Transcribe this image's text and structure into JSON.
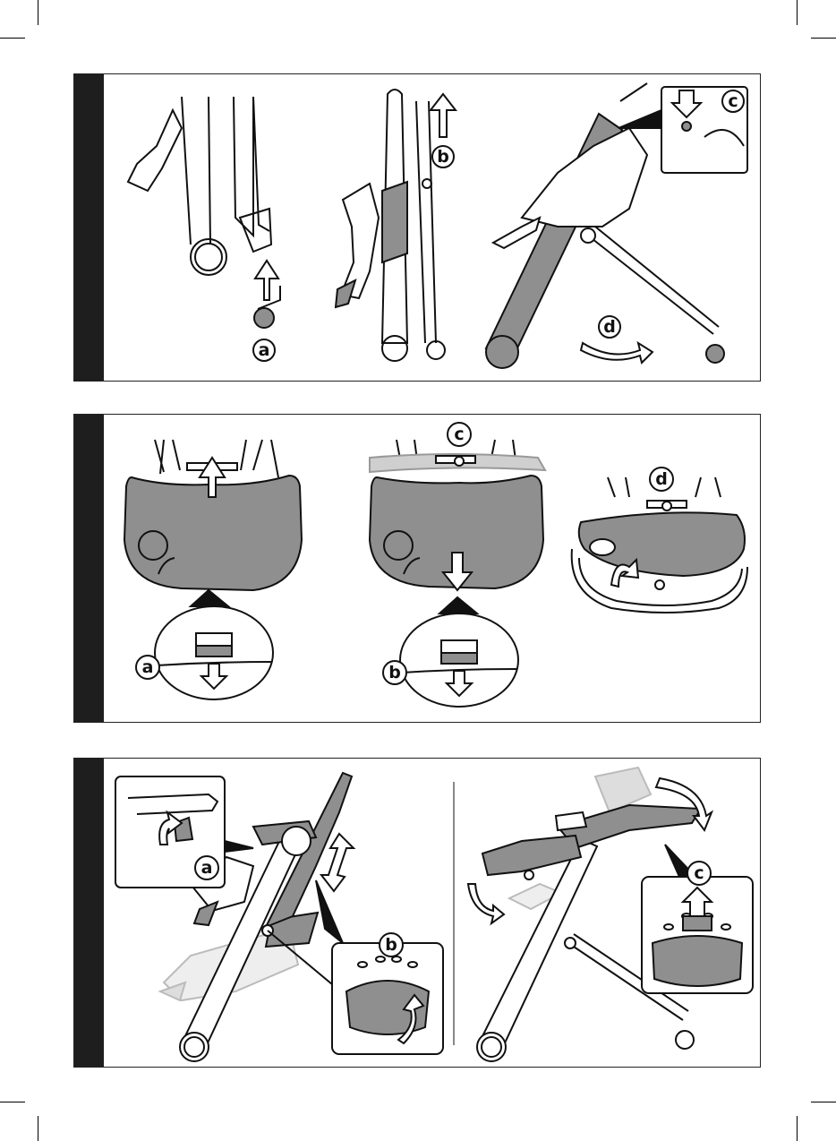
{
  "colors": {
    "band": "#1e1e1e",
    "tray": "#8f8f8f",
    "line": "#111111",
    "ghost": "#cfcfcf"
  },
  "panels": [
    {
      "labels": {
        "a": "a",
        "b": "b",
        "c": "c",
        "d": "d"
      }
    },
    {
      "labels": {
        "a": "a",
        "b": "b",
        "c": "c",
        "d": "d"
      }
    },
    {
      "labels": {
        "a": "a",
        "b": "b",
        "c": "c"
      }
    }
  ]
}
